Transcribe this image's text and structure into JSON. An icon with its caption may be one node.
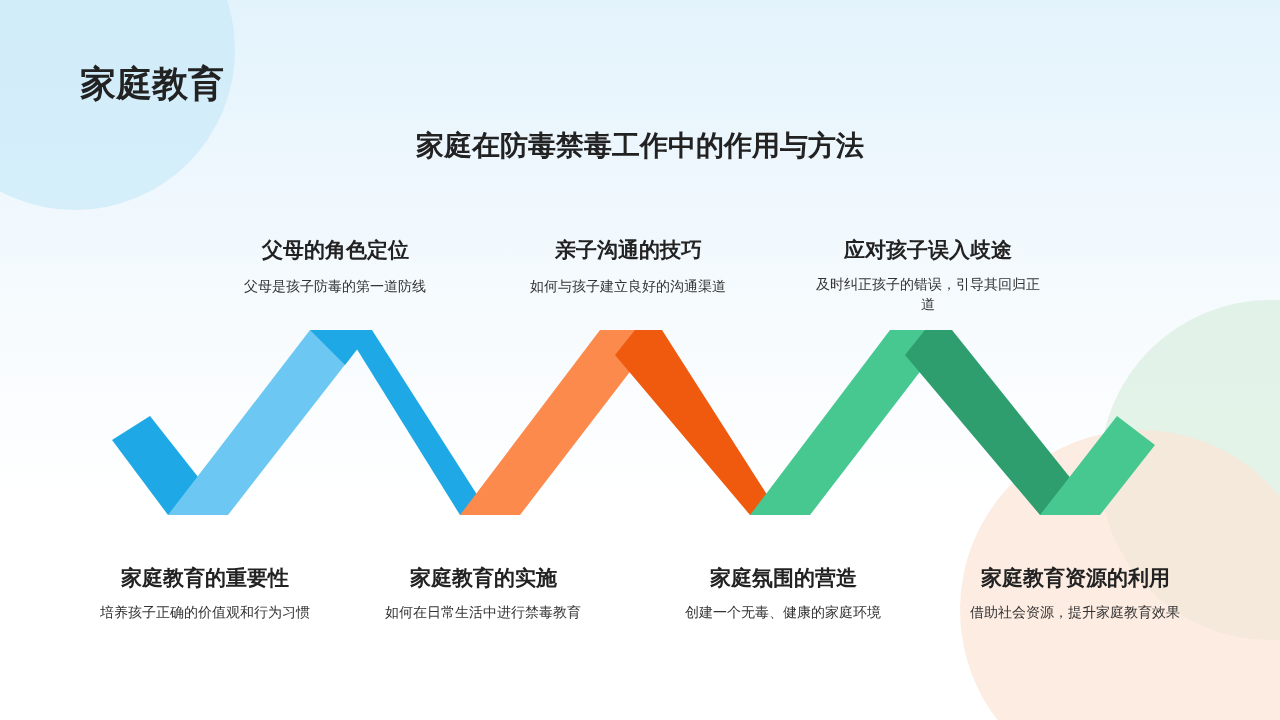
{
  "diagram": {
    "title": "家庭教育",
    "labels": [
      "家庭在防毒禁毒工作中的作用与方法",
      "父母的角色定位",
      "父母是孩子防毒的第一道防线",
      "亲子沟通的技巧",
      "如何与孩子建立良好的沟通渠道",
      "应对孩子误入歧途",
      "及时纠正孩子的错误，引导其回归正道",
      "家庭教育的重要性",
      "培养孩子正确的价值观和行为习惯",
      "家庭教育的实施",
      "如何在日常生活中进行禁毒教育",
      "家庭氛围的营造",
      "创建一个无毒、健康的家庭环境",
      "家庭教育资源的利用",
      "借助社会资源，提升家庭教育效果"
    ]
  }
}
